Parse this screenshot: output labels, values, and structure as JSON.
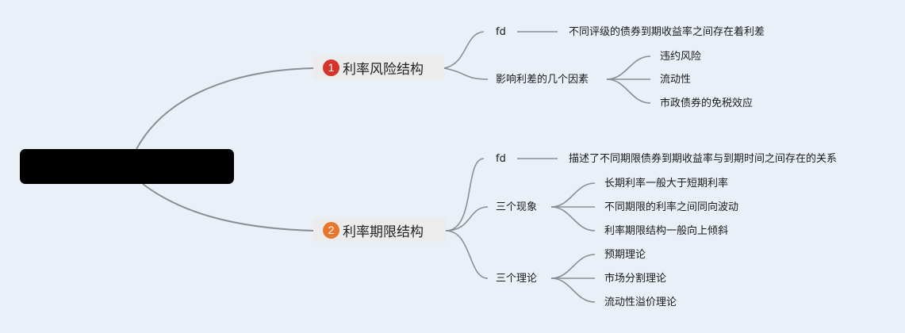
{
  "root": {
    "label": ""
  },
  "colors": {
    "badge1": "#d4342b",
    "badge2": "#e8762b",
    "line": "#8a8f94"
  },
  "branches": [
    {
      "number": "1",
      "label": "利率风险结构",
      "fd_label": "fd",
      "fd_text": "不同评级的债券到期收益率之间存在着利差",
      "group": {
        "label": "影响利差的几个因素",
        "items": [
          "违约风险",
          "流动性",
          "市政债券的免税效应"
        ]
      }
    },
    {
      "number": "2",
      "label": "利率期限结构",
      "fd_label": "fd",
      "fd_text": "描述了不同期限债券到期收益率与到期时间之间存在的关系",
      "groups": [
        {
          "label": "三个现象",
          "items": [
            "长期利率一般大于短期利率",
            "不同期限的利率之间同向波动",
            "利率期限结构一般向上倾斜"
          ]
        },
        {
          "label": "三个理论",
          "items": [
            "预期理论",
            "市场分割理论",
            "流动性溢价理论"
          ]
        }
      ]
    }
  ]
}
